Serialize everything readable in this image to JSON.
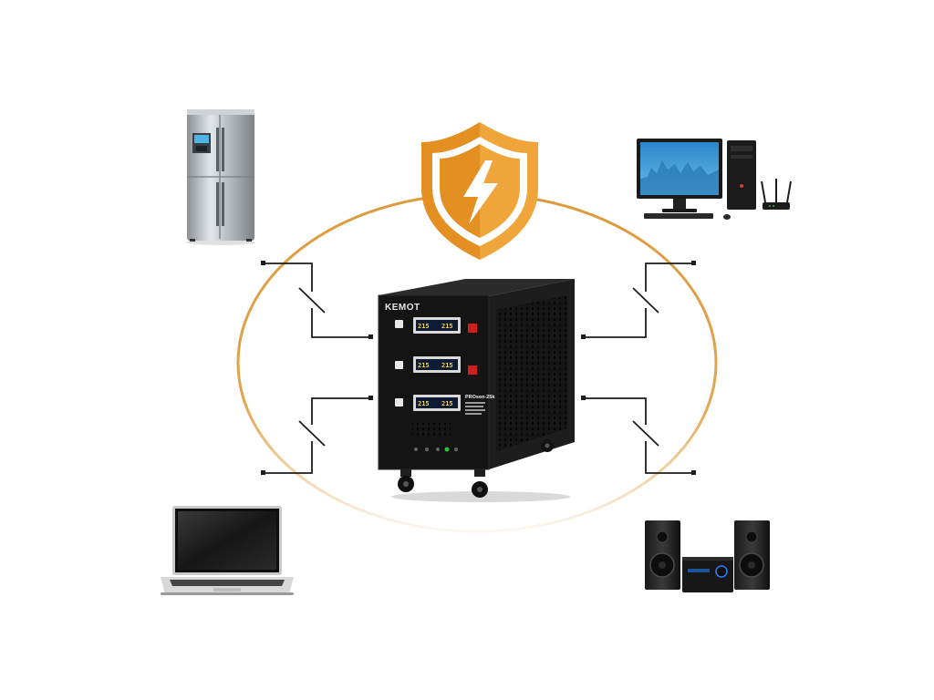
{
  "colors": {
    "background": "#ffffff",
    "accent_orange": "#e8a33a",
    "ring": "#e2a54d",
    "wire": "#1c1c1c",
    "device_body": "#141414",
    "display_value": "#ffd23a"
  },
  "stabilizer": {
    "brand": "KEMOT",
    "displays": [
      {
        "left": "215",
        "right": "215"
      },
      {
        "left": "215",
        "right": "215"
      },
      {
        "left": "215",
        "right": "215"
      }
    ],
    "spec_title": "PROsen-25k"
  },
  "icons": {
    "shield": "shield-lightning-icon",
    "fridge": "refrigerator-icon",
    "computer": "desktop-computer-icon",
    "laptop": "laptop-icon",
    "audio": "hifi-audio-system-icon",
    "switch": "switch-icon"
  }
}
